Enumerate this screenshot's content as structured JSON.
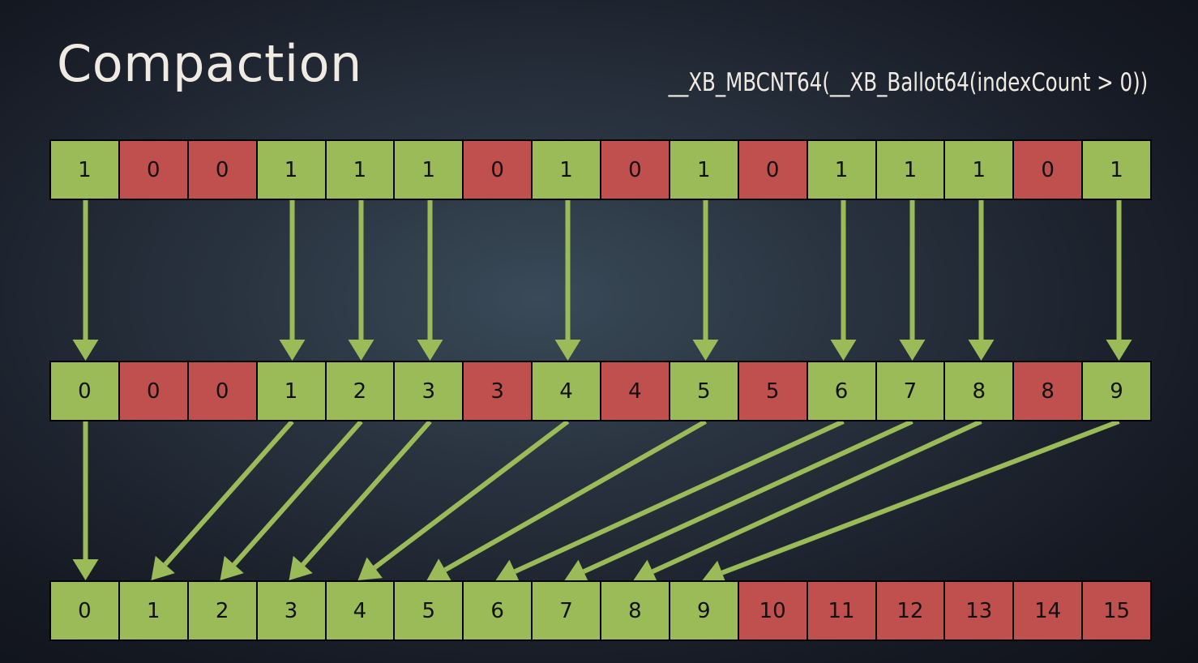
{
  "title": "Compaction",
  "formula": "__XB_MBCNT64(__XB_Ballot64(indexCount > 0))",
  "colors": {
    "active": "#9bbb59",
    "inactive": "#c0504d",
    "arrow": "#9bbb59"
  },
  "rows": [
    {
      "name": "ballot-row",
      "values": [
        "1",
        "0",
        "0",
        "1",
        "1",
        "1",
        "0",
        "1",
        "0",
        "1",
        "0",
        "1",
        "1",
        "1",
        "0",
        "1"
      ],
      "active": [
        1,
        0,
        0,
        1,
        1,
        1,
        0,
        1,
        0,
        1,
        0,
        1,
        1,
        1,
        0,
        1
      ]
    },
    {
      "name": "mbcnt-row",
      "values": [
        "0",
        "0",
        "0",
        "1",
        "2",
        "3",
        "3",
        "4",
        "4",
        "5",
        "5",
        "6",
        "7",
        "8",
        "8",
        "9"
      ],
      "active": [
        1,
        0,
        0,
        1,
        1,
        1,
        0,
        1,
        0,
        1,
        0,
        1,
        1,
        1,
        0,
        1
      ]
    },
    {
      "name": "compacted-row",
      "values": [
        "0",
        "1",
        "2",
        "3",
        "4",
        "5",
        "6",
        "7",
        "8",
        "9",
        "10",
        "11",
        "12",
        "13",
        "14",
        "15"
      ],
      "active": [
        1,
        1,
        1,
        1,
        1,
        1,
        1,
        1,
        1,
        1,
        0,
        0,
        0,
        0,
        0,
        0
      ]
    }
  ]
}
